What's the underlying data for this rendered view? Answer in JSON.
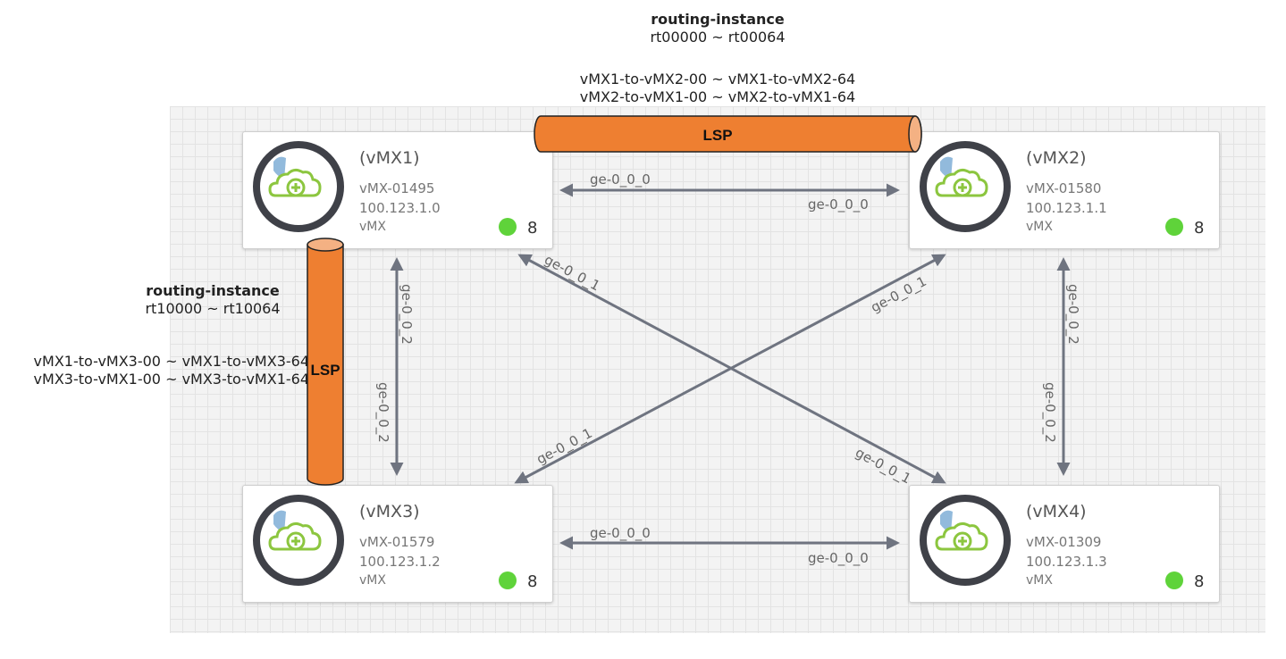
{
  "annotations": {
    "top_routing": {
      "title": "routing-instance",
      "range": "rt00000 ~ rt00064"
    },
    "top_lsp": {
      "line1": "vMX1-to-vMX2-00 ~ vMX1-to-vMX2-64",
      "line2": "vMX2-to-vMX1-00 ~ vMX2-to-vMX1-64"
    },
    "left_routing": {
      "title": "routing-instance",
      "range": "rt10000 ~ rt10064"
    },
    "left_lsp": {
      "line1": "vMX1-to-vMX3-00 ~ vMX1-to-vMX3-64",
      "line2": "vMX3-to-vMX1-00 ~ vMX3-to-vMX1-64"
    }
  },
  "lsp": {
    "top_label": "LSP",
    "left_label": "LSP",
    "color": "#ee7f31"
  },
  "devices": [
    {
      "title": "(vMX1)",
      "name": "vMX-01495",
      "ip": "100.123.1.0",
      "type": "vMX",
      "count": "8"
    },
    {
      "title": "(vMX2)",
      "name": "vMX-01580",
      "ip": "100.123.1.1",
      "type": "vMX",
      "count": "8"
    },
    {
      "title": "(vMX3)",
      "name": "vMX-01579",
      "ip": "100.123.1.2",
      "type": "vMX",
      "count": "8"
    },
    {
      "title": "(vMX4)",
      "name": "vMX-01309",
      "ip": "100.123.1.3",
      "type": "vMX",
      "count": "8"
    }
  ],
  "links": {
    "top": {
      "a": "ge-0_0_0",
      "b": "ge-0_0_0"
    },
    "bottom": {
      "a": "ge-0_0_0",
      "b": "ge-0_0_0"
    },
    "left": {
      "a": "ge-0_0_2",
      "b": "ge-0_0_2"
    },
    "right": {
      "a": "ge-0_0_2",
      "b": "ge-0_0_2"
    },
    "diag1": {
      "a": "ge-0_0_1",
      "b": "ge-0_0_1"
    },
    "diag2": {
      "a": "ge-0_0_1",
      "b": "ge-0_0_1"
    }
  },
  "colors": {
    "status_up": "#5fd33a",
    "link": "#6f7480",
    "node_ring": "#3f4148",
    "cloud": "#8cc63f"
  },
  "icons": {
    "device": "cloud-router-icon",
    "status": "status-dot"
  }
}
